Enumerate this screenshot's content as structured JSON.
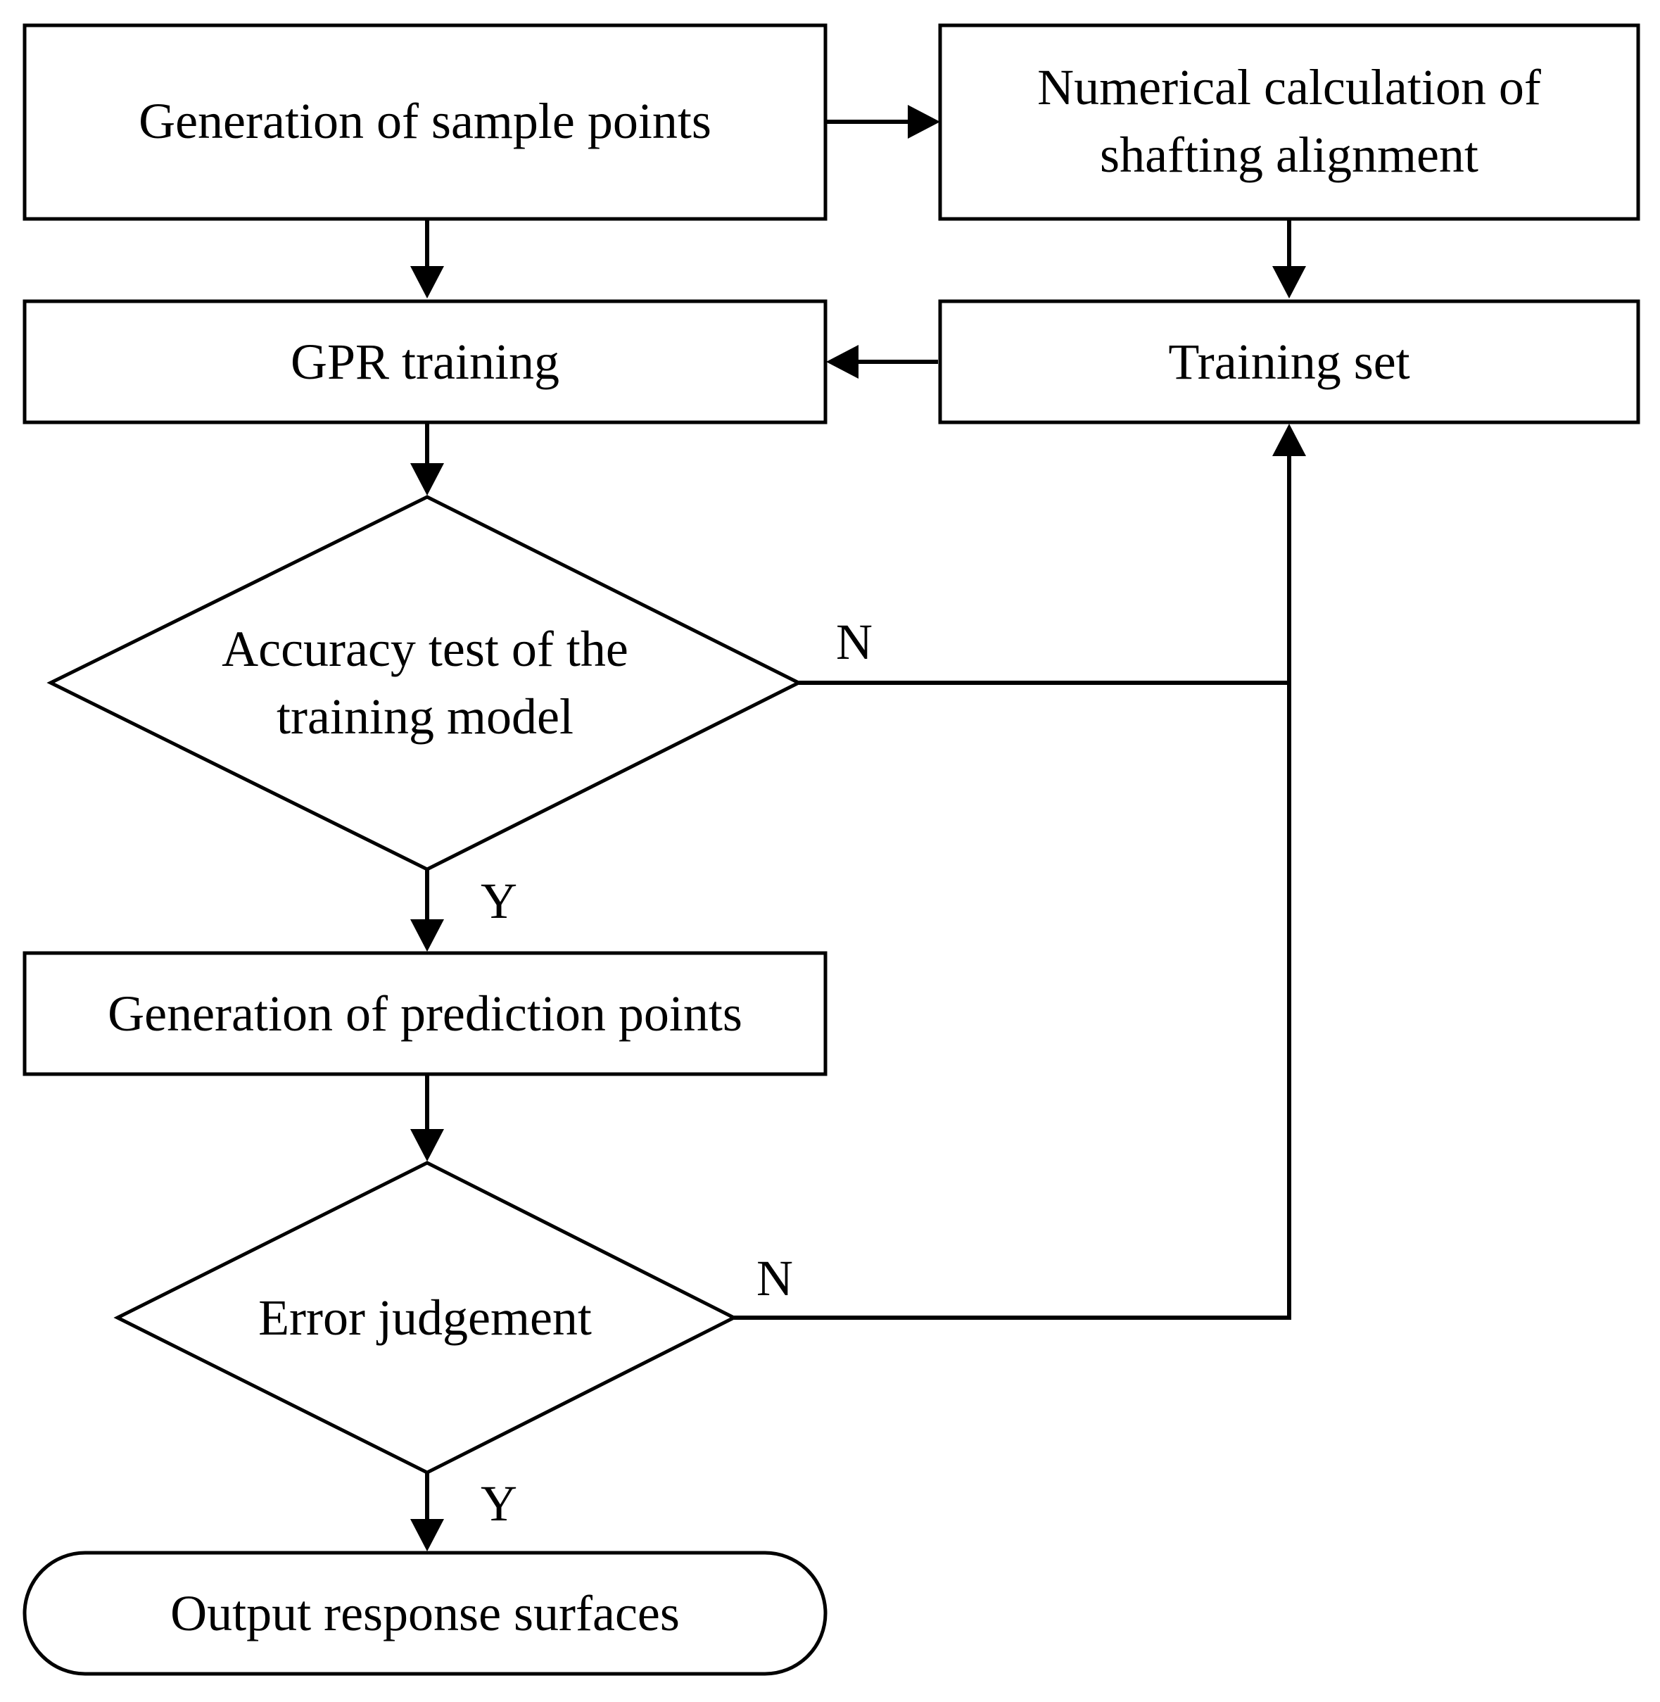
{
  "nodes": {
    "sample_points": {
      "label": "Generation of sample points"
    },
    "numerical_calc": {
      "line1": "Numerical calculation of",
      "line2": "shafting alignment"
    },
    "gpr_training": {
      "label": "GPR training"
    },
    "training_set": {
      "label": "Training set"
    },
    "accuracy_test": {
      "line1": "Accuracy test of the",
      "line2": "training model"
    },
    "prediction_points": {
      "label": "Generation of prediction points"
    },
    "error_judgement": {
      "label": "Error judgement"
    },
    "output_surfaces": {
      "label": "Output response surfaces"
    }
  },
  "branches": {
    "accuracy_no": "N",
    "accuracy_yes": "Y",
    "error_no": "N",
    "error_yes": "Y"
  }
}
